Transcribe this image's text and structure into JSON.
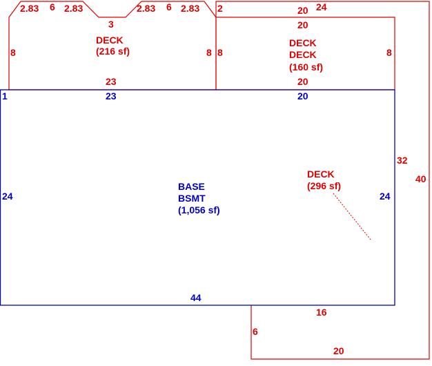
{
  "colors": {
    "deck": "#e00000",
    "base": "#0000cc"
  },
  "areas": {
    "deck_front": {
      "name": "DECK",
      "area": "(216 sf)"
    },
    "deck_right": {
      "name1": "DECK",
      "name2": "DECK",
      "area": "(160 sf)"
    },
    "deck_wrap": {
      "name": "DECK",
      "area": "(296 sf)"
    },
    "base": {
      "name1": "BASE",
      "name2": "BSMT",
      "area": "(1,056 sf)"
    }
  },
  "dims": {
    "d1_top_a": "2.83",
    "d1_top_b": "6",
    "d1_top_c": "2.83",
    "d1_top_d": "3",
    "d1_top_e": "2.83",
    "d1_top_f": "6",
    "d1_top_g": "2.83",
    "d1_left": "8",
    "d1_right": "8",
    "d1_bottom": "23",
    "d2_left_top": "2",
    "d2_top": "20",
    "d2_left": "8",
    "d2_right": "8",
    "d2_bottom": "20",
    "d3_top": "20",
    "d3_top_right": "24",
    "d3_inner_right": "32",
    "d3_outer_right": "40",
    "d3_lower": "16",
    "d3_left_lower": "6",
    "d3_bottom": "20",
    "base_corner": "1",
    "base_top_left": "23",
    "base_top_right": "20",
    "base_left": "24",
    "base_right": "24",
    "base_bottom": "44"
  }
}
